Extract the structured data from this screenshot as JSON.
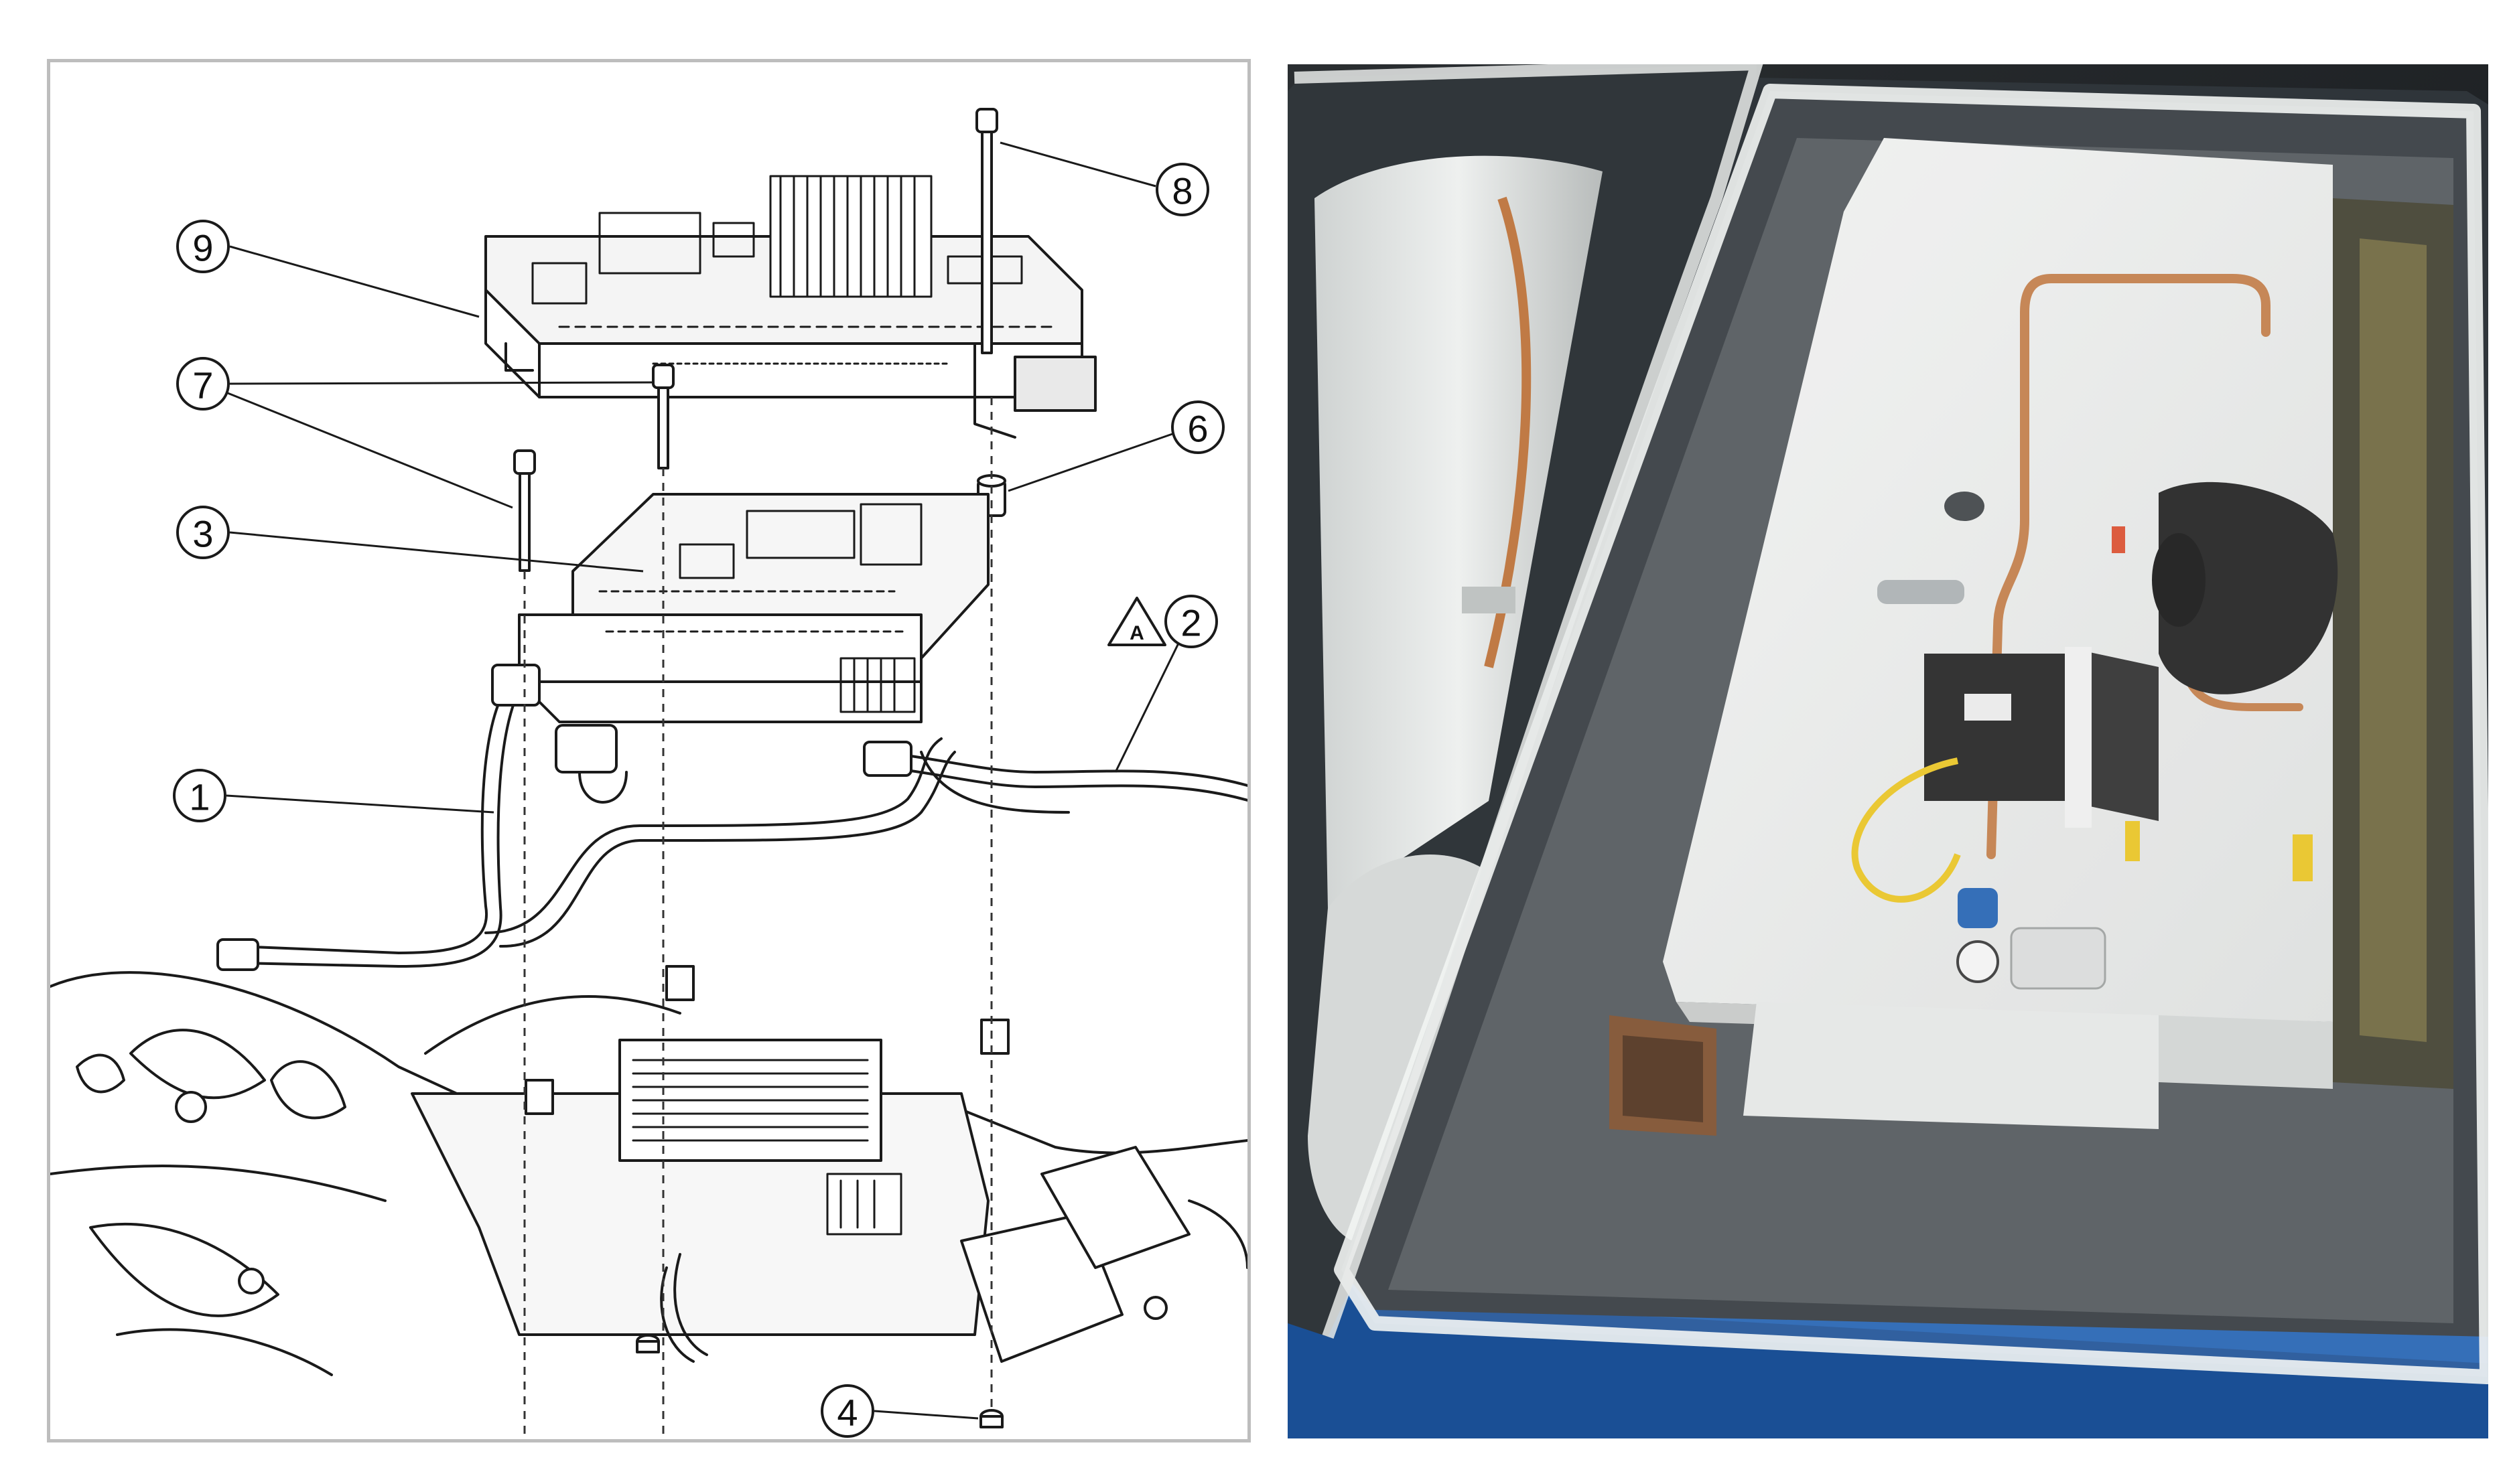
{
  "diagram": {
    "callouts": [
      "1",
      "2",
      "3",
      "4",
      "6",
      "7",
      "8",
      "9"
    ],
    "warning_symbol": "A",
    "colors": {
      "line": "#1a1a1a",
      "dashed": "#333333",
      "frame": "#bdbdbd"
    }
  },
  "photo": {
    "colors": {
      "enclosure": "#e9ebea",
      "copper_pipe": "#c07a45",
      "yellow_cable": "#e8c21e",
      "blue_bin": "#1f5fb0",
      "dark_interior": "#1c1f22"
    }
  }
}
